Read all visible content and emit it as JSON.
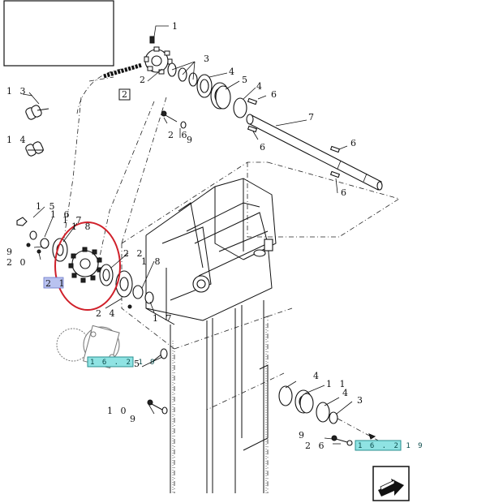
{
  "callouts": {
    "c1": "1",
    "c2_sprocket": "2",
    "c2_chain": "2",
    "c3_top": "3",
    "c4_top": "4",
    "c5_top": "5",
    "c4_top2": "4",
    "c6_a": "6",
    "c7": "7",
    "c6_b": "6",
    "c6_c": "6",
    "c6_d": "6",
    "c26_top": "2 6",
    "c9_top": "9",
    "c13": "1 3",
    "c14": "1 4",
    "c15": "1 5",
    "c16": "1 6",
    "c17_top": "1 7",
    "c8": "1 8",
    "c9_left": "9",
    "c20": "2 0",
    "c21": "2 1",
    "c22": "2 2",
    "c18": "1 8",
    "c24": "2 4",
    "c17_bot": "1 7",
    "c5_bot": "5",
    "c10": "1 0",
    "c9_bot": "9",
    "c4_r1": "4",
    "c11": "1 1",
    "c4_r2": "4",
    "c3_r": "3",
    "c9_r": "9",
    "c26_r": "2 6"
  },
  "references": {
    "ref_left": "1 6 . 2 1 9",
    "ref_right": "1 6 . 2 1 9"
  },
  "icons": {
    "nav": "next-page-arrow-icon",
    "title_block": "empty-title-frame"
  },
  "colors": {
    "highlight_circle": "#d0202a",
    "reference_fill": "#8fe3e3",
    "selected_label_fill": "#b9c2f0"
  }
}
